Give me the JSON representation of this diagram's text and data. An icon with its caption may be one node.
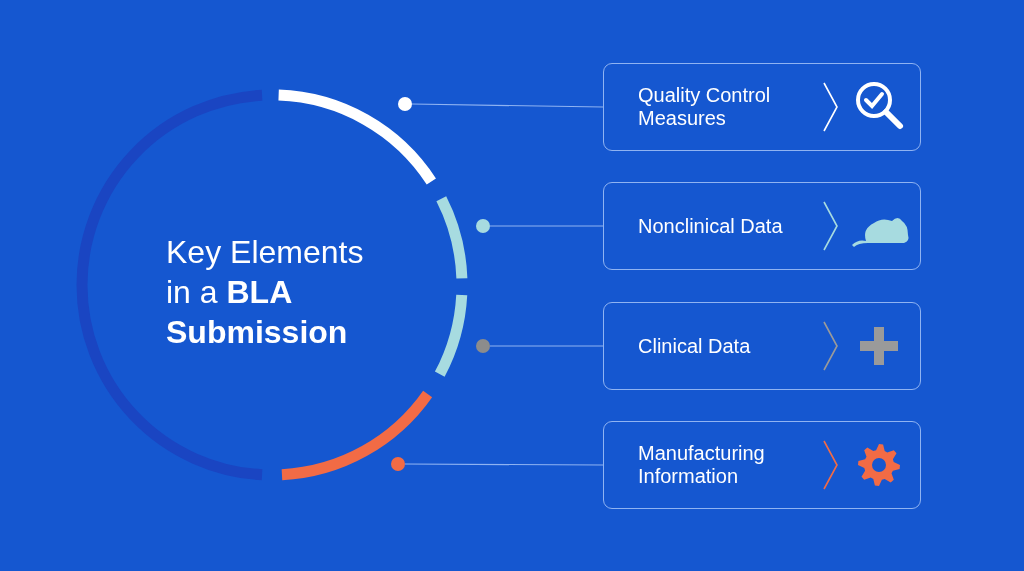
{
  "diagram": {
    "title": "Key Elements in a **BLA Submission**",
    "nodes": [
      {
        "text": [
          "Quality Control Measures"
        ]
      },
      {
        "text": [
          "Nonclinical Data"
        ]
      },
      {
        "text": [
          "Clinical Data"
        ]
      },
      {
        "text": [
          "Manufacturing Information"
        ]
      },
      {
        "text": [],
        "shape": "circle"
      },
      {
        "text": [],
        "shape": "circle"
      },
      {
        "text": [],
        "shape": "circle"
      },
      {
        "text": [],
        "shape": "circle"
      }
    ],
    "edges": [
      {
        "from": 4,
        "to": 0,
        "arrow": "none"
      },
      {
        "from": 5,
        "to": 1,
        "arrow": "none"
      },
      {
        "from": 6,
        "to": 2,
        "arrow": "none"
      },
      {
        "from": 7,
        "to": 3,
        "arrow": "none"
      }
    ]
  }
}
